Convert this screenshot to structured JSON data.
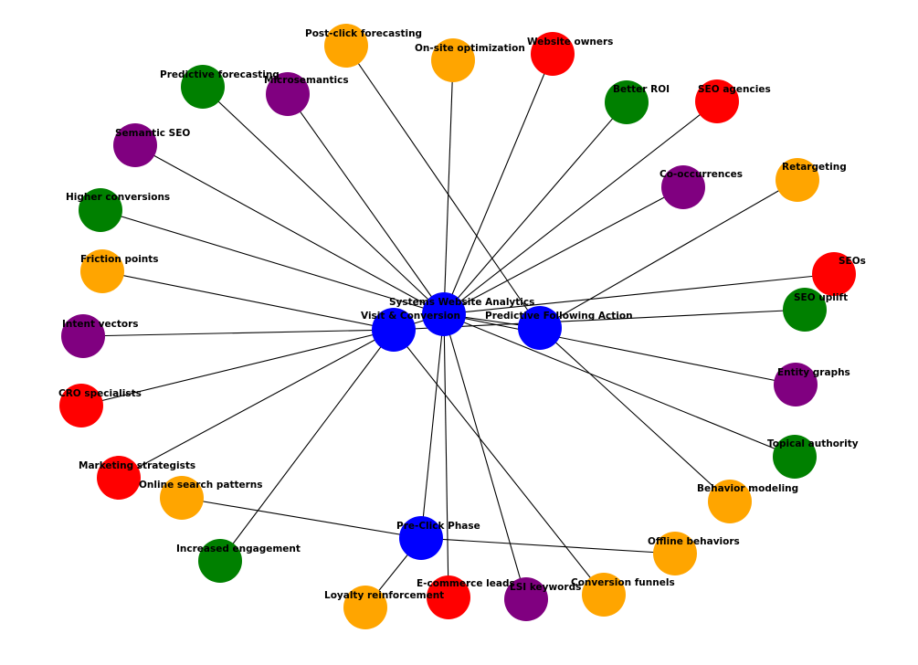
{
  "colors": {
    "blue": "#0000ff",
    "green": "#008000",
    "purple": "#800080",
    "orange": "#ffa500",
    "red": "#ff0000",
    "edge": "#000000"
  },
  "nodes": [
    {
      "id": "systems",
      "label": "Systems Website Analytics",
      "color": "blue"
    },
    {
      "id": "visit",
      "label": "Visit & Conversion",
      "color": "blue"
    },
    {
      "id": "predictive",
      "label": "Predictive Following Action",
      "color": "blue"
    },
    {
      "id": "preclick",
      "label": "Pre-Click Phase",
      "color": "blue"
    },
    {
      "id": "postclick",
      "label": "Post-click forecasting",
      "color": "orange"
    },
    {
      "id": "onsite",
      "label": "On-site optimization",
      "color": "orange"
    },
    {
      "id": "owners",
      "label": "Website owners",
      "color": "red"
    },
    {
      "id": "predforecast",
      "label": "Predictive forecasting",
      "color": "green"
    },
    {
      "id": "microsem",
      "label": "Microsemantics",
      "color": "purple"
    },
    {
      "id": "betterroi",
      "label": "Better ROI",
      "color": "green"
    },
    {
      "id": "seoagencies",
      "label": "SEO agencies",
      "color": "red"
    },
    {
      "id": "semseo",
      "label": "Semantic SEO",
      "color": "purple"
    },
    {
      "id": "cooc",
      "label": "Co-occurrences",
      "color": "purple"
    },
    {
      "id": "retarget",
      "label": "Retargeting",
      "color": "orange"
    },
    {
      "id": "higherconv",
      "label": "Higher conversions",
      "color": "green"
    },
    {
      "id": "friction",
      "label": "Friction points",
      "color": "orange"
    },
    {
      "id": "seos",
      "label": "SEOs",
      "color": "red"
    },
    {
      "id": "seouplift",
      "label": "SEO uplift",
      "color": "green"
    },
    {
      "id": "intent",
      "label": "Intent vectors",
      "color": "purple"
    },
    {
      "id": "entity",
      "label": "Entity graphs",
      "color": "purple"
    },
    {
      "id": "cro",
      "label": "CRO specialists",
      "color": "red"
    },
    {
      "id": "topical",
      "label": "Topical authority",
      "color": "green"
    },
    {
      "id": "marketing",
      "label": "Marketing strategists",
      "color": "red"
    },
    {
      "id": "behavior",
      "label": "Behavior modeling",
      "color": "orange"
    },
    {
      "id": "onlinesearch",
      "label": "Online search patterns",
      "color": "orange"
    },
    {
      "id": "engagement",
      "label": "Increased engagement",
      "color": "green"
    },
    {
      "id": "offline",
      "label": "Offline behaviors",
      "color": "orange"
    },
    {
      "id": "loyalty",
      "label": "Loyalty reinforcement",
      "color": "orange"
    },
    {
      "id": "ecommerce",
      "label": "E-commerce leads",
      "color": "red"
    },
    {
      "id": "lsi",
      "label": "LSI keywords",
      "color": "purple"
    },
    {
      "id": "funnels",
      "label": "Conversion funnels",
      "color": "orange"
    }
  ],
  "edges": [
    [
      "systems",
      "visit"
    ],
    [
      "systems",
      "predictive"
    ],
    [
      "systems",
      "preclick"
    ],
    [
      "systems",
      "onsite"
    ],
    [
      "systems",
      "owners"
    ],
    [
      "systems",
      "predforecast"
    ],
    [
      "systems",
      "microsem"
    ],
    [
      "systems",
      "betterroi"
    ],
    [
      "systems",
      "seoagencies"
    ],
    [
      "systems",
      "semseo"
    ],
    [
      "systems",
      "cooc"
    ],
    [
      "systems",
      "higherconv"
    ],
    [
      "systems",
      "seos"
    ],
    [
      "systems",
      "entity"
    ],
    [
      "systems",
      "topical"
    ],
    [
      "systems",
      "ecommerce"
    ],
    [
      "systems",
      "lsi"
    ],
    [
      "visit",
      "friction"
    ],
    [
      "visit",
      "intent"
    ],
    [
      "visit",
      "cro"
    ],
    [
      "visit",
      "marketing"
    ],
    [
      "visit",
      "engagement"
    ],
    [
      "visit",
      "funnels"
    ],
    [
      "visit",
      "seouplift"
    ],
    [
      "predictive",
      "postclick"
    ],
    [
      "predictive",
      "retarget"
    ],
    [
      "predictive",
      "behavior"
    ],
    [
      "preclick",
      "onlinesearch"
    ],
    [
      "preclick",
      "offline"
    ],
    [
      "preclick",
      "loyalty"
    ]
  ]
}
